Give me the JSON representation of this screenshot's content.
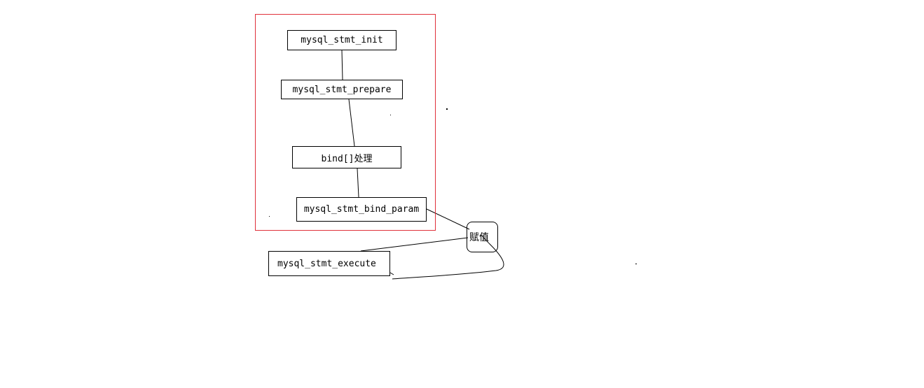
{
  "diagram": {
    "nodes": {
      "init": "mysql_stmt_init",
      "prepare": "mysql_stmt_prepare",
      "bind": "bind[]处理",
      "bind_param": "mysql_stmt_bind_param",
      "execute": "mysql_stmt_execute",
      "assign": "赋值"
    },
    "edges": [
      {
        "from": "init",
        "to": "prepare"
      },
      {
        "from": "prepare",
        "to": "bind"
      },
      {
        "from": "bind",
        "to": "bind_param"
      },
      {
        "from": "bind_param",
        "to": "assign"
      },
      {
        "from": "assign",
        "to": "execute"
      },
      {
        "from": "execute",
        "to": "assign"
      }
    ],
    "colors": {
      "frame": "#e0303a",
      "line": "#000000",
      "background": "#ffffff"
    }
  }
}
